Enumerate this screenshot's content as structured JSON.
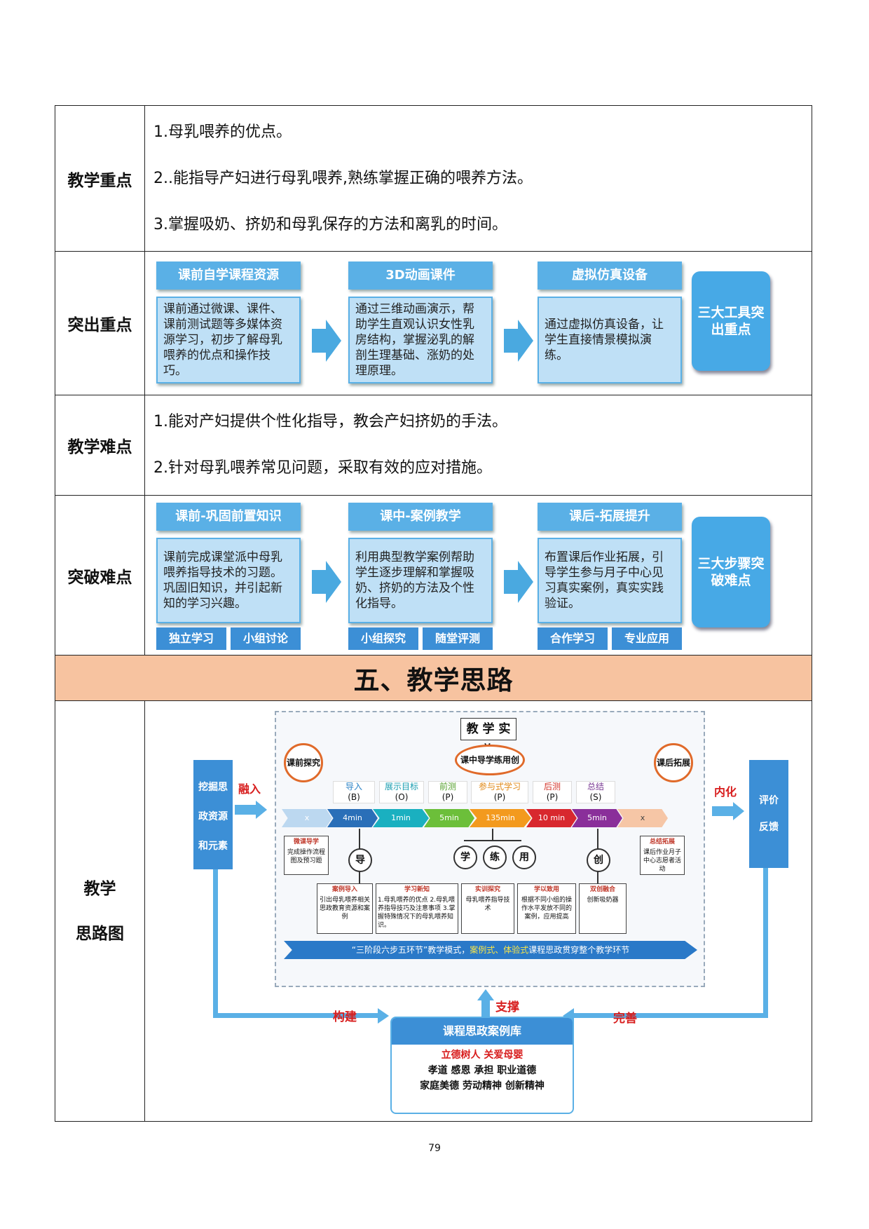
{
  "rows": {
    "key_points": {
      "label": "教学重点",
      "items": [
        "1.母乳喂养的优点。",
        "2..能指导产妇进行母乳喂养,熟练掌握正确的喂养方法。",
        "3.掌握吸奶、挤奶和母乳保存的方法和离乳的时间。"
      ]
    },
    "highlight_key": {
      "label": "突出重点",
      "cols": [
        {
          "header": "课前自学课程资源",
          "body": "课前通过微课、课件、课前测试题等多媒体资源学习，初步了解母乳喂养的优点和操作技巧。"
        },
        {
          "header": "3D动画课件",
          "body": "通过三维动画演示，帮助学生直观认识女性乳房结构，掌握泌乳的解剖生理基础、涨奶的处理原理。"
        },
        {
          "header": "虚拟仿真设备",
          "body": "通过虚拟仿真设备，让学生直接情景模拟演练。"
        }
      ],
      "summary": "三大工具突出重点"
    },
    "difficulties": {
      "label": "教学难点",
      "items": [
        "1.能对产妇提供个性化指导，教会产妇挤奶的手法。",
        "2.针对母乳喂养常见问题，采取有效的应对措施。"
      ]
    },
    "break_difficulties": {
      "label": "突破难点",
      "cols": [
        {
          "header": "课前-巩固前置知识",
          "body": "课前完成课堂派中母乳喂养指导技术的习题。巩固旧知识，并引起新知的学习兴趣。",
          "tags": [
            "独立学习",
            "小组讨论"
          ]
        },
        {
          "header": "课中-案例教学",
          "body": "利用典型教学案例帮助学生逐步理解和掌握吸奶、挤奶的方法及个性化指导。",
          "tags": [
            "小组探究",
            "随堂评测"
          ]
        },
        {
          "header": "课后-拓展提升",
          "body": "布置课后作业拓展，引导学生参与月子中心见习真实案例，真实实践验证。",
          "tags": [
            "合作学习",
            "专业应用"
          ]
        }
      ],
      "summary": "三大步骤突破难点"
    },
    "section_title": "五、教学思路",
    "roadmap": {
      "label_line1": "教学",
      "label_line2": "思路图",
      "title": "教 学 实 施",
      "before": "课前探究",
      "during": "课中导学练用创",
      "after": "课后拓展",
      "phases": [
        {
          "name": "导入",
          "code": "(B)"
        },
        {
          "name": "展示目标",
          "code": "(O)"
        },
        {
          "name": "前测",
          "code": "(P)"
        },
        {
          "name": "参与式学习",
          "code": "(P)"
        },
        {
          "name": "后测",
          "code": "(P)"
        },
        {
          "name": "总结",
          "code": "(S)"
        }
      ],
      "times": [
        "x",
        "4min",
        "1min",
        "5min",
        "135min",
        "10 min",
        "5min",
        "x"
      ],
      "left_bar": [
        "挖掘思",
        "政资源",
        "和元素"
      ],
      "right_bar": [
        "评价",
        "反馈"
      ],
      "rongru": "融入",
      "neihua": "内化",
      "goujian": "构建",
      "zhicheng": "支撑",
      "wanshan": "完善",
      "circles": [
        "导",
        "学",
        "练",
        "用",
        "创"
      ],
      "pre_box": {
        "title": "微课导学",
        "text": "完成操作流程图及预习题"
      },
      "post_box": {
        "title": "总结拓展",
        "text": "课后作业月子中心志愿者活动"
      },
      "lower_boxes": [
        {
          "title": "案例导入",
          "text": "引出母乳喂养相关思政教育资源和案例"
        },
        {
          "title": "学习新知",
          "text": "1.母乳喂养的优点 2.母乳喂养指导技巧及注意事项 3.掌握特殊情况下的母乳喂养知识。"
        },
        {
          "title": "实训探究",
          "text": "母乳喂养指导技术"
        },
        {
          "title": "学以致用",
          "text": "根据不同小组的操作水平发放不同的案例，应用提高"
        },
        {
          "title": "双创融合",
          "text": "创新吸奶器"
        }
      ],
      "banner_a": "“三阶段六步五环节”教学模式，",
      "banner_b": "案例式、体验式",
      "banner_c": "课程思政贯穿整个教学环节",
      "case_lib_title": "课程思政案例库",
      "case_lib_red": "立德树人 关爱母婴",
      "case_lib_l1": "孝道 感恩 承担 职业道德",
      "case_lib_l2": "家庭美德 劳动精神 创新精神"
    }
  },
  "page_number": "79"
}
